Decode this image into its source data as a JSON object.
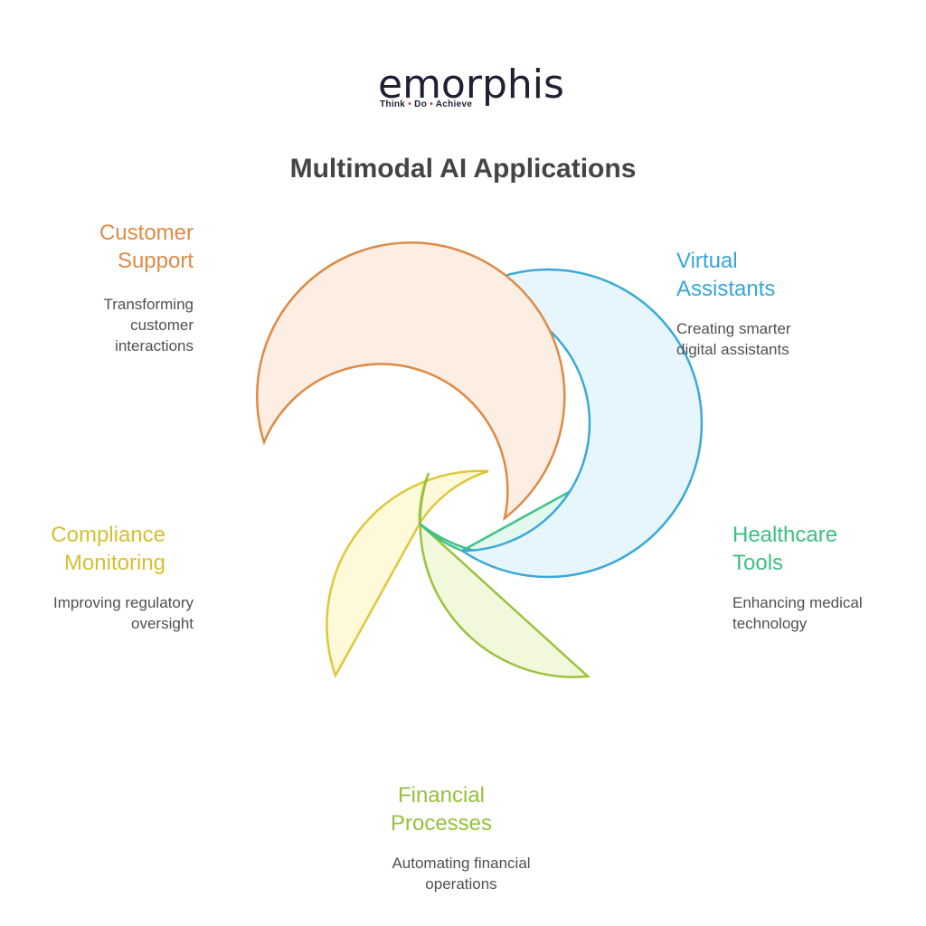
{
  "logo": {
    "wordmark": "emorphis",
    "tag_think": "Think",
    "tag_do": "Do",
    "tag_achieve": "Achieve"
  },
  "title": "Multimodal AI Applications",
  "segments": [
    {
      "id": "customer-support",
      "label_line1": "Customer",
      "label_line2": "Support",
      "desc_line1": "Transforming",
      "desc_line2": "customer",
      "desc_line3": "interactions",
      "stroke": "#dd8a45",
      "fill": "#fdeee3",
      "text_color": "#de8a47"
    },
    {
      "id": "virtual-assistants",
      "label_line1": "Virtual",
      "label_line2": "Assistants",
      "desc_line1": "Creating smarter",
      "desc_line2": "digital assistants",
      "stroke": "#3ba9d8",
      "fill": "#e6f6fc",
      "text_color": "#36a6d6"
    },
    {
      "id": "healthcare-tools",
      "label_line1": "Healthcare",
      "label_line2": "Tools",
      "desc_line1": "Enhancing medical",
      "desc_line2": "technology",
      "stroke": "#3fc284",
      "fill": "#e3f9ee",
      "text_color": "#3cc081"
    },
    {
      "id": "financial-processes",
      "label_line1": "Financial",
      "label_line2": "Processes",
      "desc_line1": "Automating financial",
      "desc_line2": "operations",
      "stroke": "#9cc23d",
      "fill": "#f2f8dc",
      "text_color": "#96c03b"
    },
    {
      "id": "compliance-monitoring",
      "label_line1": "Compliance",
      "label_line2": "Monitoring",
      "desc_line1": "Improving regulatory",
      "desc_line2": "oversight",
      "stroke": "#dfc73a",
      "fill": "#fdf9d9",
      "text_color": "#d6c031"
    }
  ]
}
